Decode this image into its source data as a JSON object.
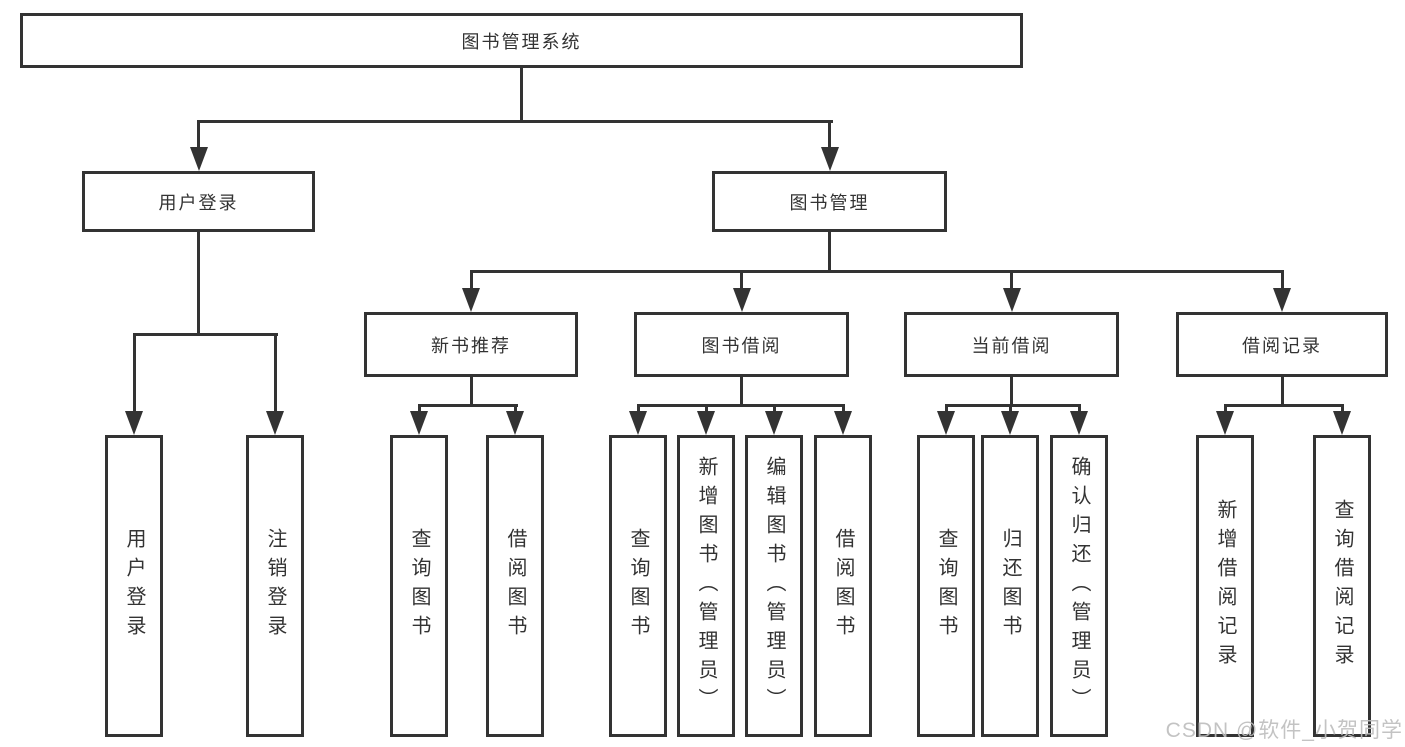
{
  "diagram": {
    "title": "图书管理系统",
    "watermark": "CSDN @软件_小贺同学",
    "colors": {
      "line": "#333333",
      "text": "#333333",
      "background": "#ffffff",
      "watermark": "#bdbdbd"
    },
    "root": {
      "label": "图书管理系统"
    },
    "level2": [
      {
        "label": "用户登录"
      },
      {
        "label": "图书管理"
      }
    ],
    "level3": [
      {
        "label": "新书推荐"
      },
      {
        "label": "图书借阅"
      },
      {
        "label": "当前借阅"
      },
      {
        "label": "借阅记录"
      }
    ],
    "leaves": {
      "user_login": [
        "用户登录",
        "注销登录"
      ],
      "new_books": [
        "查询图书",
        "借阅图书"
      ],
      "book_borrow": [
        "查询图书",
        "新增图书（管理员）",
        "编辑图书（管理员）",
        "借阅图书"
      ],
      "current_borrow": [
        "查询图书",
        "归还图书",
        "确认归还（管理员）"
      ],
      "borrow_records": [
        "新增借阅记录",
        "查询借阅记录"
      ]
    }
  }
}
